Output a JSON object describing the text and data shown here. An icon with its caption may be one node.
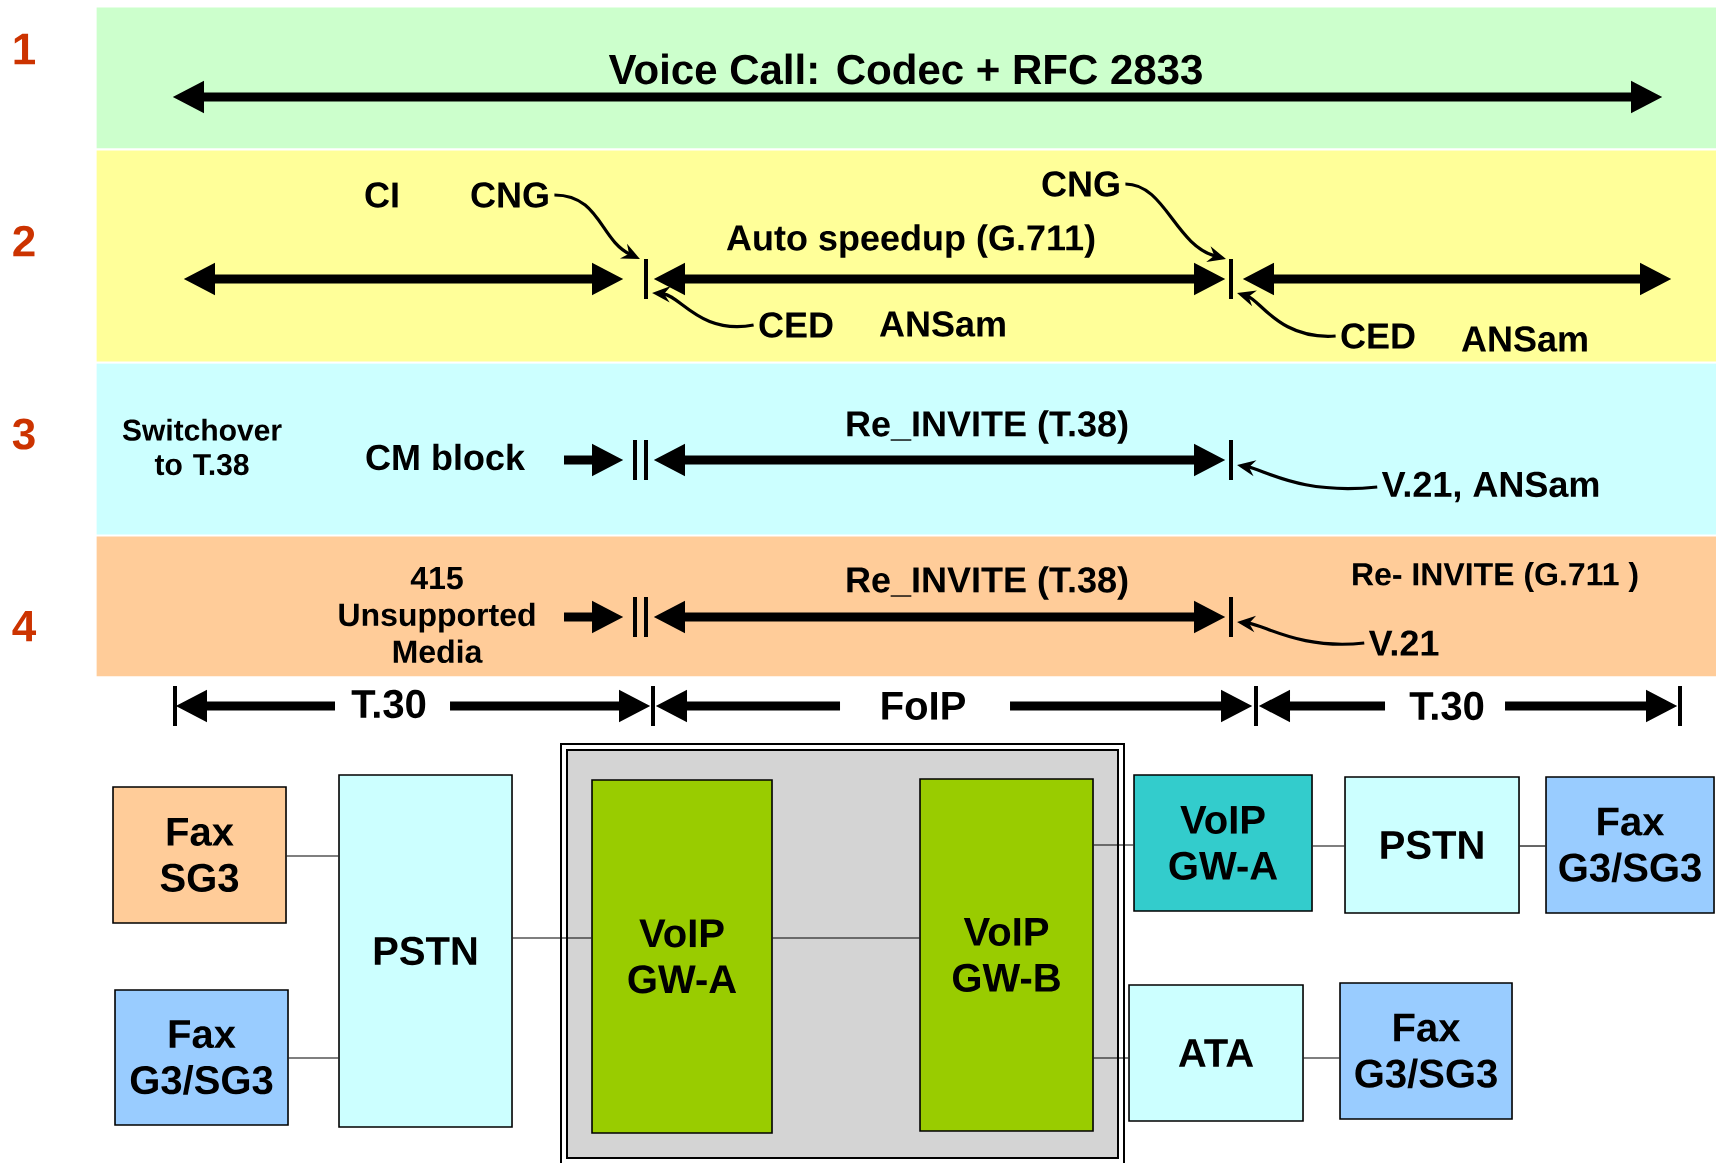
{
  "diagram": {
    "nodes": [
      {
        "text": [
          "Voice Call: Codec + RFC 2833"
        ],
        "beside": [
          "1"
        ]
      },
      {
        "text": [
          "CI",
          "Auto speedup (G.711)"
        ],
        "beside": [
          "2"
        ]
      },
      {
        "text": [
          "CNG"
        ],
        "in": 1
      },
      {
        "text": [
          "CED",
          "ANSam"
        ],
        "in": 1
      },
      {
        "text": [
          "CNG"
        ],
        "in": 1
      },
      {
        "text": [
          "CED",
          "ANSam"
        ],
        "in": 1
      },
      {
        "text": [
          "Switchover to T.38",
          "CM block",
          "Re_INVITE (T.38)"
        ],
        "beside": [
          "3"
        ]
      },
      {
        "text": [
          "V.21, ANSam"
        ],
        "in": 6
      },
      {
        "text": [
          "415 Unsupported Media",
          "Re_INVITE (T.38)",
          "Re- INVITE (G.711 )"
        ],
        "beside": [
          "4"
        ]
      },
      {
        "text": [
          "V.21"
        ],
        "in": 8
      },
      {
        "text": [
          "Fax SG3"
        ]
      },
      {
        "text": [
          "Fax G3/SG3"
        ]
      },
      {
        "text": [
          "PSTN"
        ]
      },
      {
        "text": [],
        "shape": "box"
      },
      {
        "text": [
          "VoIP GW-A"
        ],
        "in": 13
      },
      {
        "text": [
          "VoIP GW-B"
        ],
        "in": 13
      },
      {
        "text": [
          "VoIP GW-A"
        ]
      },
      {
        "text": [
          "PSTN"
        ]
      },
      {
        "text": [
          "Fax G3/SG3"
        ]
      },
      {
        "text": [
          "ATA"
        ]
      },
      {
        "text": [
          "Fax G3/SG3"
        ]
      }
    ],
    "edges": [
      {
        "from": 2,
        "to": null,
        "arrow": "to"
      },
      {
        "from": 3,
        "to": null,
        "arrow": "to"
      },
      {
        "from": 4,
        "to": null,
        "arrow": "to"
      },
      {
        "from": 5,
        "to": null,
        "arrow": "to"
      },
      {
        "from": 7,
        "to": null,
        "arrow": "to"
      },
      {
        "from": 9,
        "to": null,
        "arrow": "to"
      },
      {
        "from": 10,
        "to": 12,
        "arrow": "none"
      },
      {
        "from": 11,
        "to": 12,
        "arrow": "none"
      },
      {
        "from": 12,
        "to": 14,
        "arrow": "none"
      },
      {
        "from": 14,
        "to": 15,
        "arrow": "none"
      },
      {
        "from": 15,
        "to": 16,
        "arrow": "none"
      },
      {
        "from": 16,
        "to": 17,
        "arrow": "none"
      },
      {
        "from": 17,
        "to": 18,
        "arrow": "none"
      },
      {
        "from": 15,
        "to": 19,
        "arrow": "none"
      },
      {
        "from": 19,
        "to": 20,
        "arrow": "none"
      }
    ],
    "labels": [
      "T.30",
      "FoIP",
      "T.30"
    ]
  }
}
